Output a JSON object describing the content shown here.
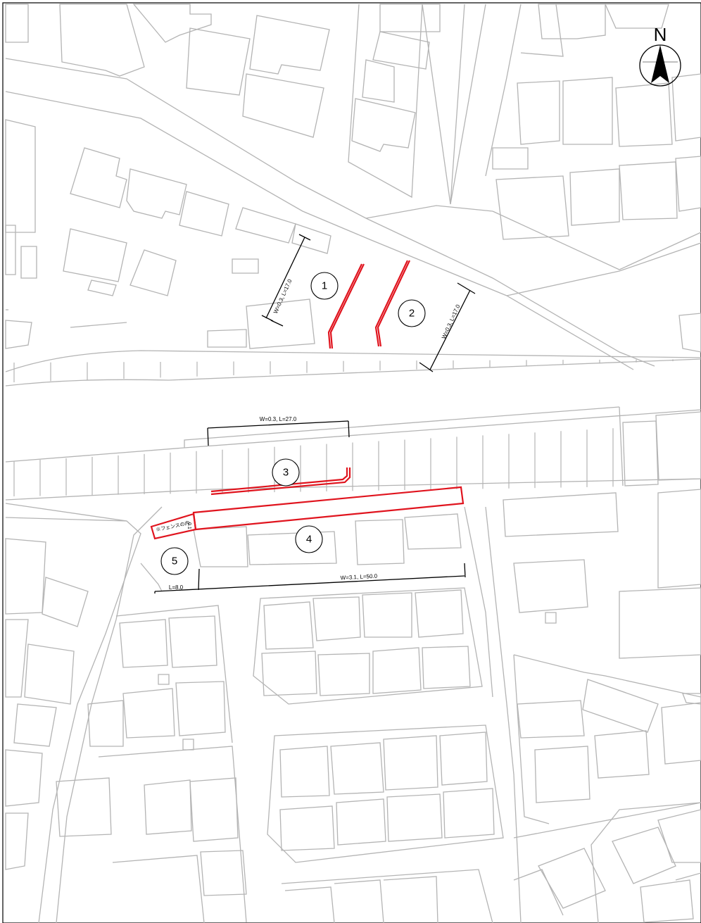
{
  "north_label": "N",
  "sites": [
    {
      "id": "1",
      "number": "1"
    },
    {
      "id": "2",
      "number": "2"
    },
    {
      "id": "3",
      "number": "3"
    },
    {
      "id": "4",
      "number": "4"
    },
    {
      "id": "5",
      "number": "5"
    }
  ],
  "dimensions": {
    "site1": "W=0.3, L=17.0",
    "site2": "W=0.3, L=17.0",
    "site3": "W=0.3, L=27.0",
    "site4": "W=3.1, L=50.0",
    "site5": "L=8.0"
  },
  "notes": {
    "fence": "※フェンスの内",
    "vertical": "0.1"
  },
  "colors": {
    "construction": "#e0141e",
    "base_map": "#b4b4b4",
    "annotation": "#000000"
  }
}
